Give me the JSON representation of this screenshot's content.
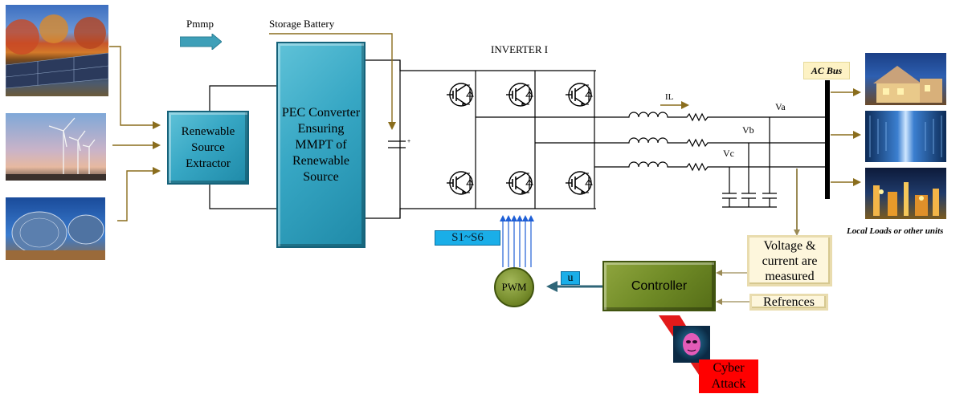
{
  "labels": {
    "pmmp": "Pmmp",
    "storage_battery": "Storage Battery",
    "inverter": "INVERTER I",
    "ac_bus": "AC Bus",
    "renewable_extractor": "Renewable Source Extractor",
    "pec_converter": "PEC Converter Ensuring MMPT of Renewable Source",
    "il": "IL",
    "va": "Va",
    "vb": "Vb",
    "vc": "Vc",
    "switches": "S1~S6",
    "pwm": "PWM",
    "u": "u",
    "controller": "Controller",
    "voltage_measured": "Voltage & current are measured",
    "references": "Refrences",
    "local_loads": "Local Loads or other units",
    "cyber_attack": "Cyber Attack"
  },
  "colors": {
    "source_arrows": "#8a6d1d",
    "block_blue": "#37a7c4",
    "block_green": "#6f8a26",
    "attack_red": "#ff0000",
    "signal_arrows": "#1f5fd6",
    "feedback_arrow": "#2f6678"
  },
  "icons": {
    "solar_panels": "solar-panel-photo",
    "wind_turbines": "wind-turbine-photo",
    "solar_dish": "solar-concentrator-photo",
    "house": "house-photo",
    "data_center": "data-center-photo",
    "factory": "industrial-plant-photo",
    "attacker": "hacker-face-icon"
  }
}
